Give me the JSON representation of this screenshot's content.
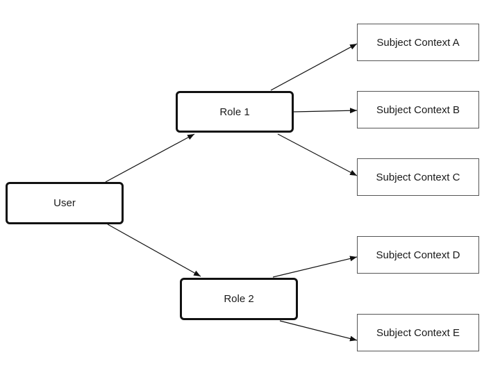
{
  "diagram": {
    "nodes": {
      "user": {
        "label": "User"
      },
      "role1": {
        "label": "Role 1"
      },
      "role2": {
        "label": "Role 2"
      },
      "ctx_a": {
        "label": "Subject Context A"
      },
      "ctx_b": {
        "label": "Subject Context B"
      },
      "ctx_c": {
        "label": "Subject Context C"
      },
      "ctx_d": {
        "label": "Subject Context D"
      },
      "ctx_e": {
        "label": "Subject Context E"
      }
    },
    "edges": [
      {
        "from": "User",
        "to": "Role 1"
      },
      {
        "from": "User",
        "to": "Role 2"
      },
      {
        "from": "Role 1",
        "to": "Subject Context A"
      },
      {
        "from": "Role 1",
        "to": "Subject Context B"
      },
      {
        "from": "Role 1",
        "to": "Subject Context C"
      },
      {
        "from": "Role 2",
        "to": "Subject Context D"
      },
      {
        "from": "Role 2",
        "to": "Subject Context E"
      }
    ],
    "colors": {
      "line": "#111111",
      "node_border": "#111111",
      "context_border": "#555555",
      "background": "#ffffff"
    }
  }
}
